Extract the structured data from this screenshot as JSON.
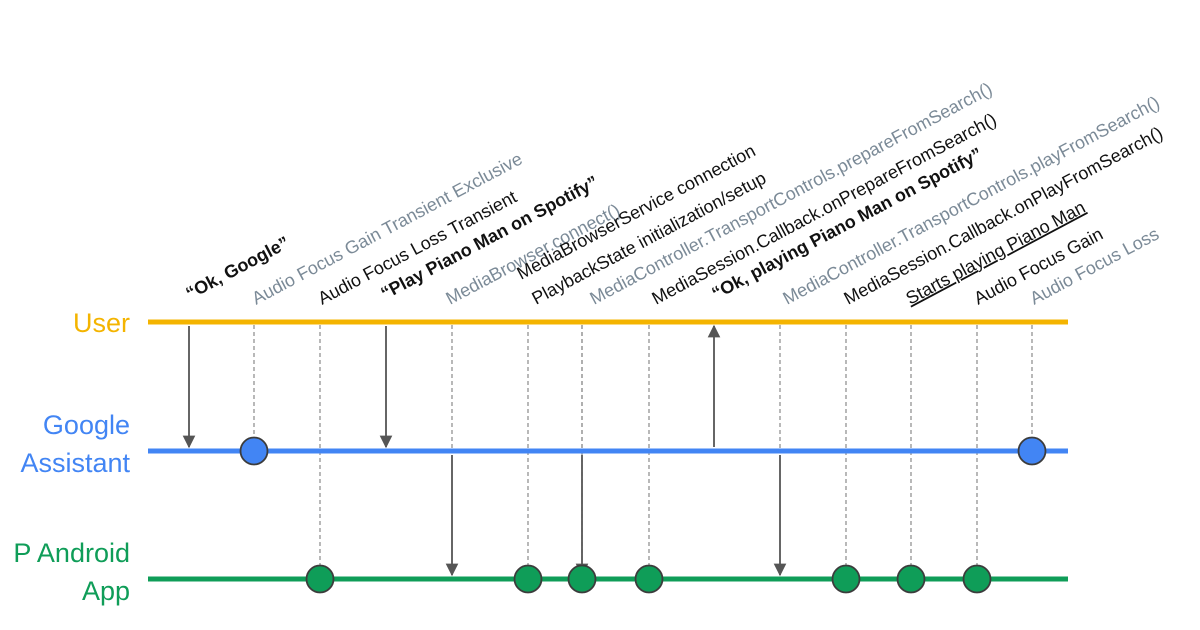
{
  "colors": {
    "user": "#f4b400",
    "assistant": "#4285f4",
    "app": "#0f9d58",
    "gray_text": "#7b8a97",
    "black_text": "#111111",
    "arrow": "#555555",
    "dashed": "#8a8a8a",
    "node_stroke": "#3c3c3c",
    "squiggle": "#e06060"
  },
  "lanes": [
    {
      "id": "user",
      "lines": [
        "User"
      ]
    },
    {
      "id": "assistant",
      "lines": [
        "Google",
        "Assistant"
      ]
    },
    {
      "id": "app",
      "lines": [
        "P Android",
        "App"
      ]
    }
  ],
  "events": [
    {
      "label": "“Ok, Google”",
      "style": "bold",
      "kind": "arrow",
      "from": "user",
      "to": "assistant"
    },
    {
      "label": "Audio Focus Gain Transient Exclusive",
      "style": "gray",
      "kind": "dot",
      "lane": "assistant"
    },
    {
      "label": "Audio Focus Loss Transient",
      "style": "normal",
      "kind": "dot",
      "lane": "app"
    },
    {
      "label": "“Play Piano Man on Spotify”",
      "style": "bold",
      "kind": "arrow",
      "from": "user",
      "to": "assistant"
    },
    {
      "label": "MediaBrowser.connect()",
      "style": "gray",
      "kind": "arrow",
      "from": "assistant",
      "to": "app"
    },
    {
      "label": "MediaBrowserService connection",
      "style": "normal",
      "kind": "dot",
      "lane": "app"
    },
    {
      "label": "PlaybackState initialization/setup",
      "style": "normal",
      "kind": "dot",
      "lane": "app"
    },
    {
      "label": "MediaController.TransportControls.prepareFromSearch()",
      "style": "gray",
      "kind": "arrow",
      "from": "assistant",
      "to": "app"
    },
    {
      "label": "MediaSession.Callback.onPrepareFromSearch()",
      "style": "normal",
      "kind": "dot",
      "lane": "app"
    },
    {
      "label": "“Ok, playing Piano Man on Spotify”",
      "style": "bold",
      "kind": "arrow",
      "from": "assistant",
      "to": "user"
    },
    {
      "label": "MediaController.TransportControls.playFromSearch()",
      "style": "gray",
      "kind": "arrow",
      "from": "assistant",
      "to": "app"
    },
    {
      "label": "MediaSession.Callback.onPlayFromSearch()",
      "style": "normal",
      "kind": "dot",
      "lane": "app"
    },
    {
      "label": "Starts playing Piano Man",
      "style": "underline",
      "kind": "dot",
      "lane": "app"
    },
    {
      "label": "Audio Focus Gain",
      "style": "normal",
      "kind": "dot",
      "lane": "app"
    },
    {
      "label": "Audio Focus Loss",
      "style": "gray",
      "kind": "dot",
      "lane": "assistant"
    }
  ]
}
